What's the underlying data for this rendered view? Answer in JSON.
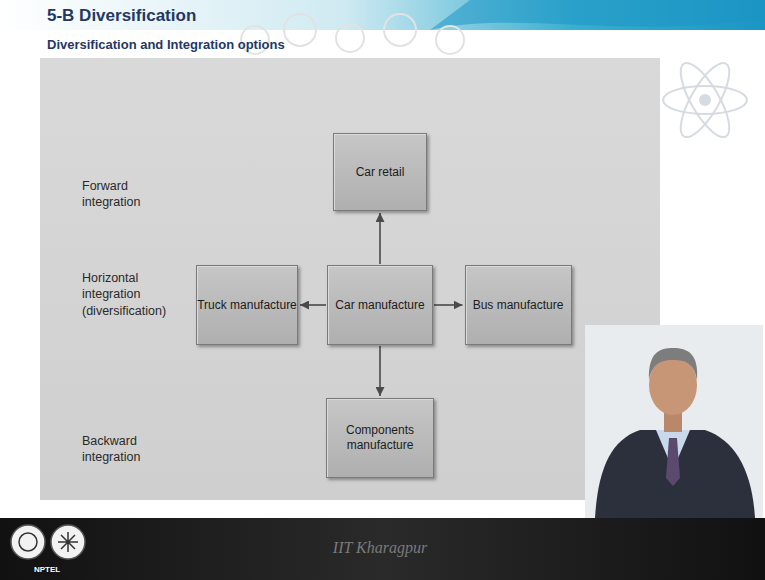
{
  "diagram": {
    "title": "5-B Diversification",
    "nodes": [
      {
        "text": [
          "Car retail"
        ]
      },
      {
        "text": [
          "Truck manufacture"
        ]
      },
      {
        "text": [
          "Car manufacture"
        ]
      },
      {
        "text": [
          "Bus manufacture"
        ]
      },
      {
        "text": [
          "Components manufacture"
        ]
      }
    ],
    "edges": [
      {
        "from": 2,
        "to": 0,
        "arrow": "to"
      },
      {
        "from": 2,
        "to": 1,
        "arrow": "to"
      },
      {
        "from": 2,
        "to": 3,
        "arrow": "to"
      },
      {
        "from": 2,
        "to": 4,
        "arrow": "to"
      }
    ],
    "labels": [
      "Diversification and Integration options",
      "Forward integration",
      "Horizontal integration (diversification)",
      "Backward integration",
      "IIT Kharagpur",
      "NPTEL"
    ]
  }
}
